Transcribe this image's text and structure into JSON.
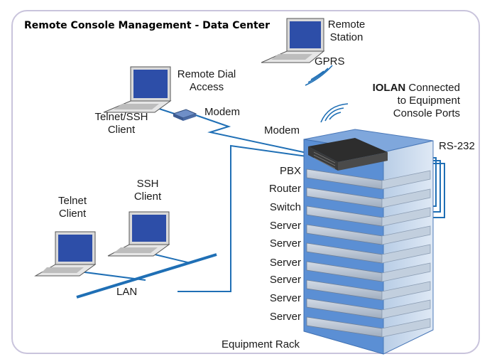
{
  "title": "Remote Console Management - Data Center",
  "nodes": {
    "remote_station": [
      "Remote",
      "Station"
    ],
    "gprs": "GPRS",
    "remote_dial_access": [
      "Remote Dial",
      "Access"
    ],
    "telnet_ssh_client": [
      "Telnet/SSH",
      "Client"
    ],
    "modem_small": "Modem",
    "modem_rack": "Modem",
    "iolan": {
      "bold": "IOLAN",
      "rest": " Connected",
      "line2": "to Equipment",
      "line3": "Console Ports"
    },
    "rs232": "RS-232",
    "ssh_client": [
      "SSH",
      "Client"
    ],
    "telnet_client": [
      "Telnet",
      "Client"
    ],
    "lan": "LAN",
    "equipment_rack": "Equipment Rack"
  },
  "rack_items": [
    "PBX",
    "Router",
    "Switch",
    "Server",
    "Server",
    "Server",
    "Server",
    "Server",
    "Server"
  ],
  "colors": {
    "line": "#1f6fb5",
    "rack_blue": "#5b8fd4",
    "rack_face": "#a9b7c9",
    "screen": "#2d4ea8"
  }
}
